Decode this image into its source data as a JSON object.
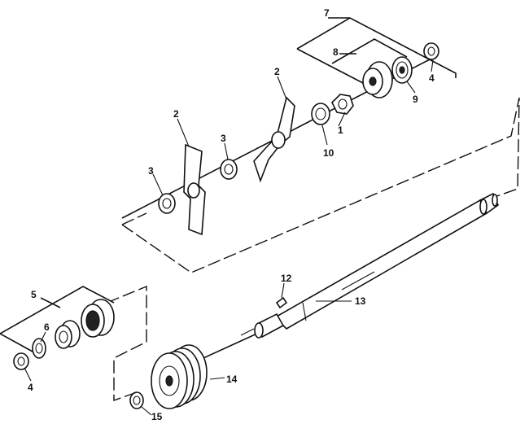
{
  "callouts": [
    {
      "id": "c1",
      "text": "1"
    },
    {
      "id": "c2a",
      "text": "2"
    },
    {
      "id": "c2b",
      "text": "2"
    },
    {
      "id": "c3a",
      "text": "3"
    },
    {
      "id": "c3b",
      "text": "3"
    },
    {
      "id": "c4a",
      "text": "4"
    },
    {
      "id": "c4b",
      "text": "4"
    },
    {
      "id": "c5",
      "text": "5"
    },
    {
      "id": "c6",
      "text": "6"
    },
    {
      "id": "c7",
      "text": "7"
    },
    {
      "id": "c8",
      "text": "8"
    },
    {
      "id": "c9",
      "text": "9"
    },
    {
      "id": "c10",
      "text": "10"
    },
    {
      "id": "c12",
      "text": "12"
    },
    {
      "id": "c13",
      "text": "13"
    },
    {
      "id": "c14",
      "text": "14"
    },
    {
      "id": "c15",
      "text": "15"
    }
  ]
}
